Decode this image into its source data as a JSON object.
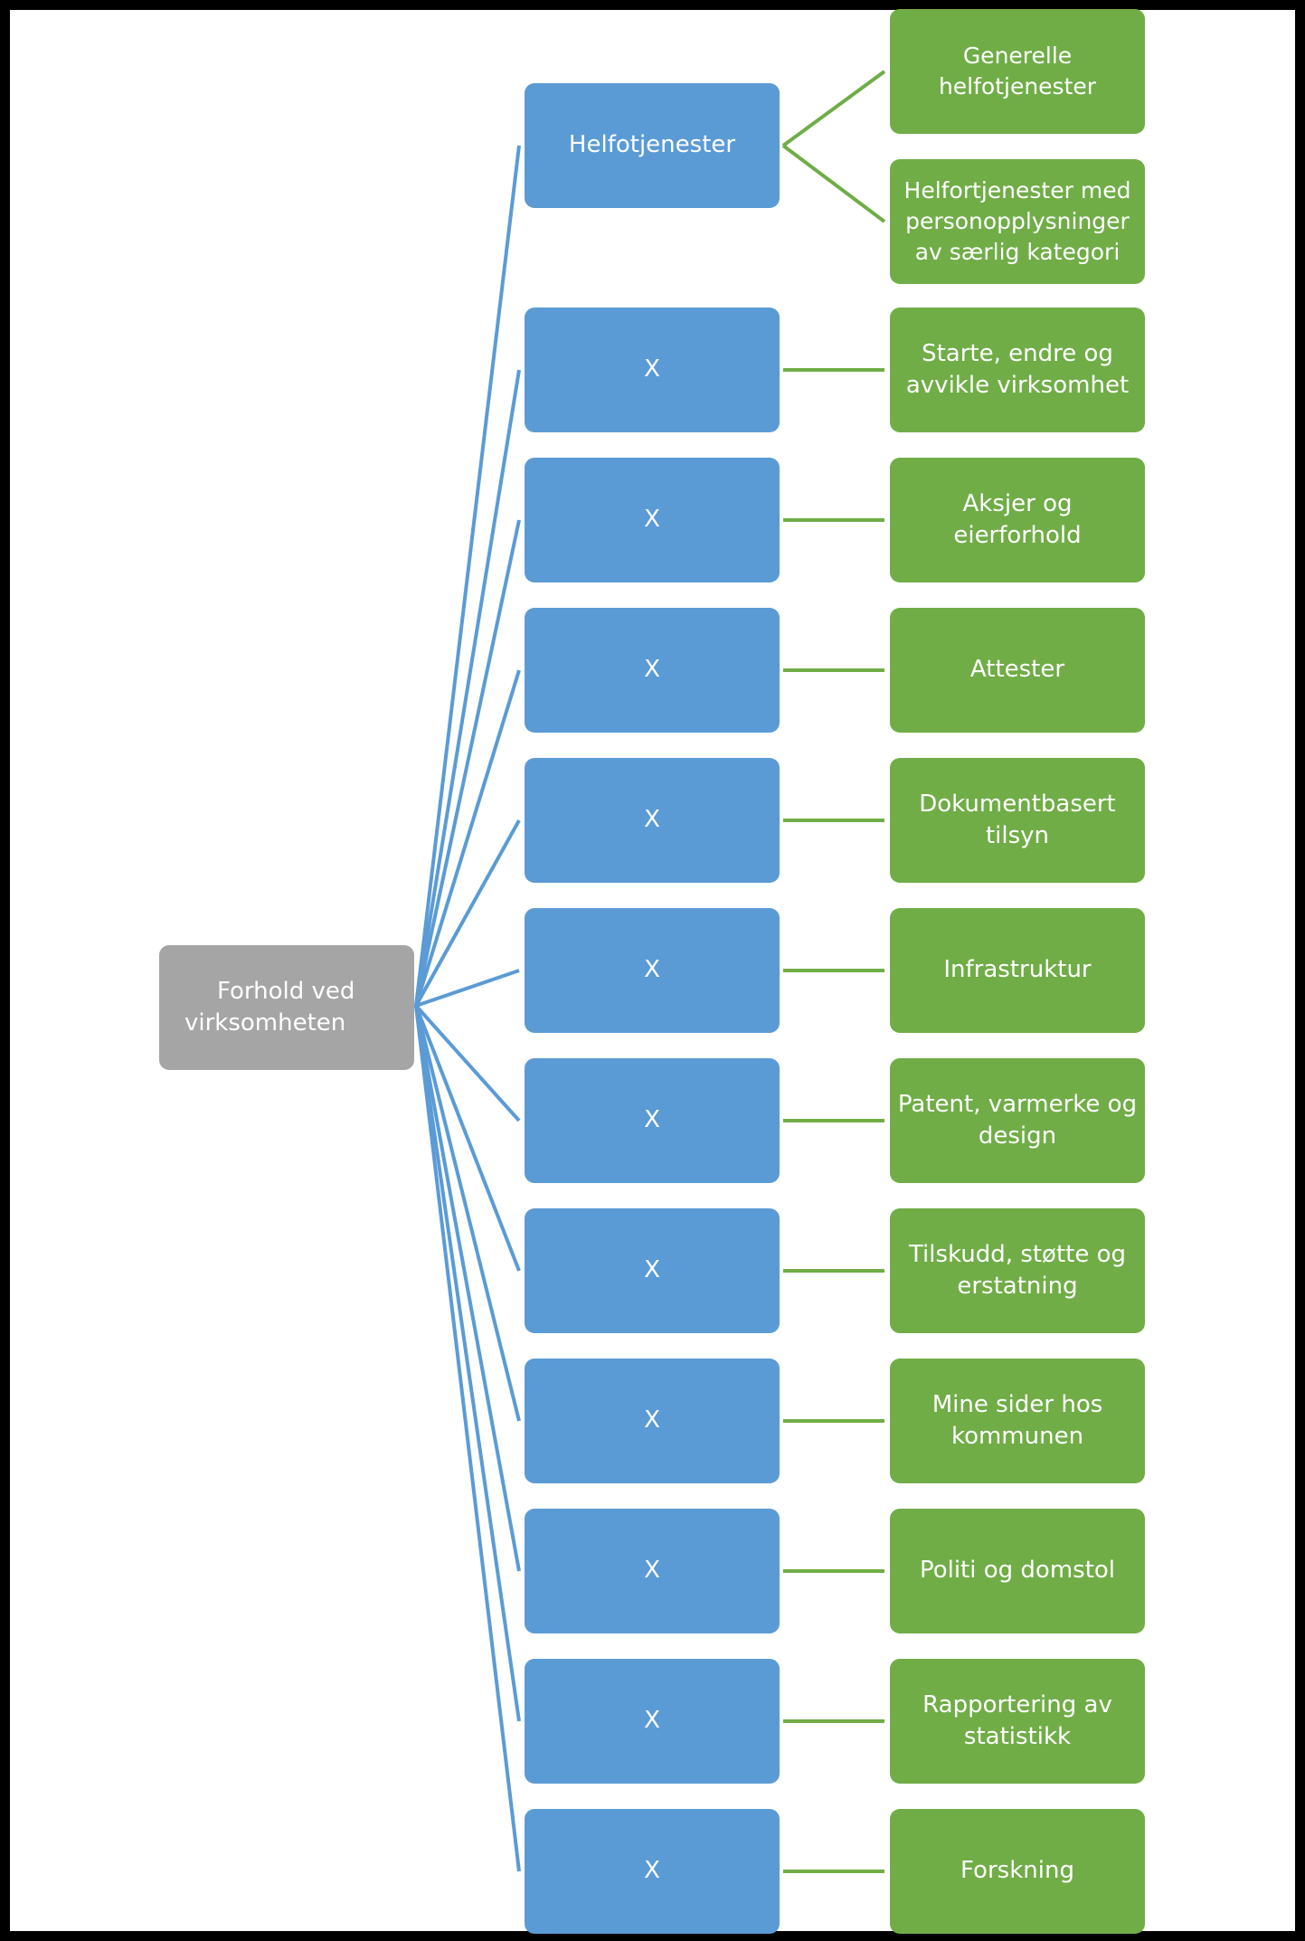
{
  "root": {
    "label_line1": "Forhold ved",
    "label_line2": "virksomheten"
  },
  "colors": {
    "root": "#a5a5a5",
    "mid": "#5b9bd5",
    "leaf": "#70ad47",
    "root_link": "#5b9bd5",
    "leaf_link": "#70ad47",
    "frame": "#000000"
  },
  "branches": [
    {
      "label": "Helfotjenester",
      "children": [
        "Generelle helfotjenester",
        "Helfortjenester med personopplysninger av særlig kategori"
      ]
    },
    {
      "label": "X",
      "children": [
        "Starte, endre og avvikle virksomhet"
      ]
    },
    {
      "label": "X",
      "children": [
        "Aksjer og eierforhold"
      ]
    },
    {
      "label": "X",
      "children": [
        "Attester"
      ]
    },
    {
      "label": "X",
      "children": [
        "Dokumentbasert tilsyn"
      ]
    },
    {
      "label": "X",
      "children": [
        "Infrastruktur"
      ]
    },
    {
      "label": "X",
      "children": [
        "Patent, varmerke og design"
      ]
    },
    {
      "label": "X",
      "children": [
        "Tilskudd, støtte og erstatning"
      ]
    },
    {
      "label": "X",
      "children": [
        "Mine sider hos kommunen"
      ]
    },
    {
      "label": "X",
      "children": [
        "Politi og domstol"
      ]
    },
    {
      "label": "X",
      "children": [
        "Rapportering av statistikk"
      ]
    },
    {
      "label": "X",
      "children": [
        "Forskning"
      ]
    }
  ]
}
